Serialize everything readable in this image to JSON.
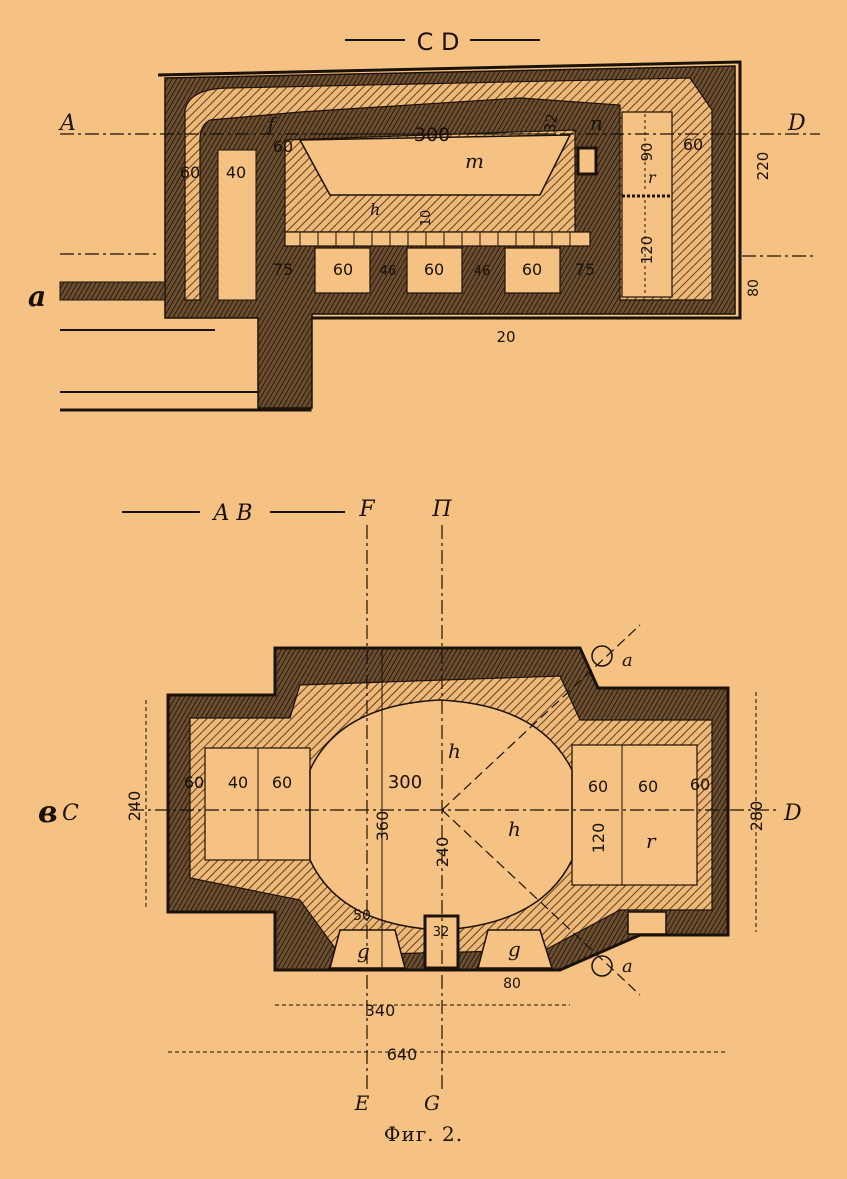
{
  "colors": {
    "background": "#f6c283",
    "ink": "#1a1208",
    "hatch": "#5a4128"
  },
  "top_view": {
    "section_title": "C D",
    "section_marks": {
      "left": "A",
      "right": "D"
    },
    "side_label": "a",
    "letters": {
      "m": "m",
      "n": "n",
      "r": "r",
      "f": "f",
      "h": "h"
    },
    "dims": {
      "d300": "300",
      "d32": "32",
      "d60a": "60",
      "d60b": "60",
      "d40": "40",
      "d60c": "60",
      "d90": "90",
      "d220": "220",
      "d120": "120",
      "d80": "80",
      "d20": "20",
      "d10": "10",
      "bottom_row": [
        "75",
        "60",
        "46",
        "60",
        "46",
        "60",
        "75"
      ]
    }
  },
  "plan_view": {
    "section_title": "A B",
    "top_marks": {
      "F": "F",
      "P": "П"
    },
    "bottom_marks": {
      "E": "E",
      "G": "G"
    },
    "section_marks": {
      "left": "C",
      "right": "D"
    },
    "side_label": "в",
    "letters": {
      "a1": "a",
      "a2": "a",
      "h1": "h",
      "h2": "h",
      "r": "r",
      "g1": "g",
      "g2": "g"
    },
    "dims": {
      "d60l": "60",
      "d40": "40",
      "d60l2": "60",
      "d300": "300",
      "d60r1": "60",
      "d60r2": "60",
      "d60r3": "60",
      "d240l": "240",
      "d280": "280",
      "d360": "360",
      "d240c": "240",
      "d120": "120",
      "d50": "50",
      "d32": "32",
      "d80": "80",
      "d340": "340",
      "d640": "640"
    }
  },
  "caption": "Фиг. 2."
}
